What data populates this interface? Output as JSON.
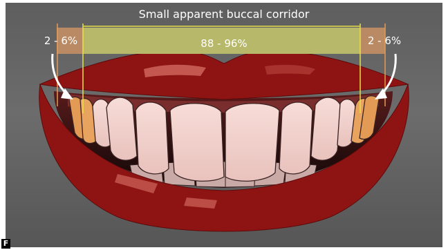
{
  "figure": {
    "title": "Small apparent buccal corridor",
    "panel_letter": "F"
  },
  "zones": {
    "left": {
      "label": "2 - 6%",
      "color": "#b98a63"
    },
    "center": {
      "label": "88 - 96%",
      "color": "#b7b869",
      "line_color": "#e8e04a"
    },
    "right": {
      "label": "2 - 6%",
      "color": "#b98a63"
    }
  },
  "colors": {
    "lip": "#8e1414",
    "lip_highlight": "#c4574f",
    "tooth": "#f2d1cc",
    "buccal_corridor": "#e39a55",
    "gum": "#7a2d2d",
    "arrow": "#ffffff"
  }
}
